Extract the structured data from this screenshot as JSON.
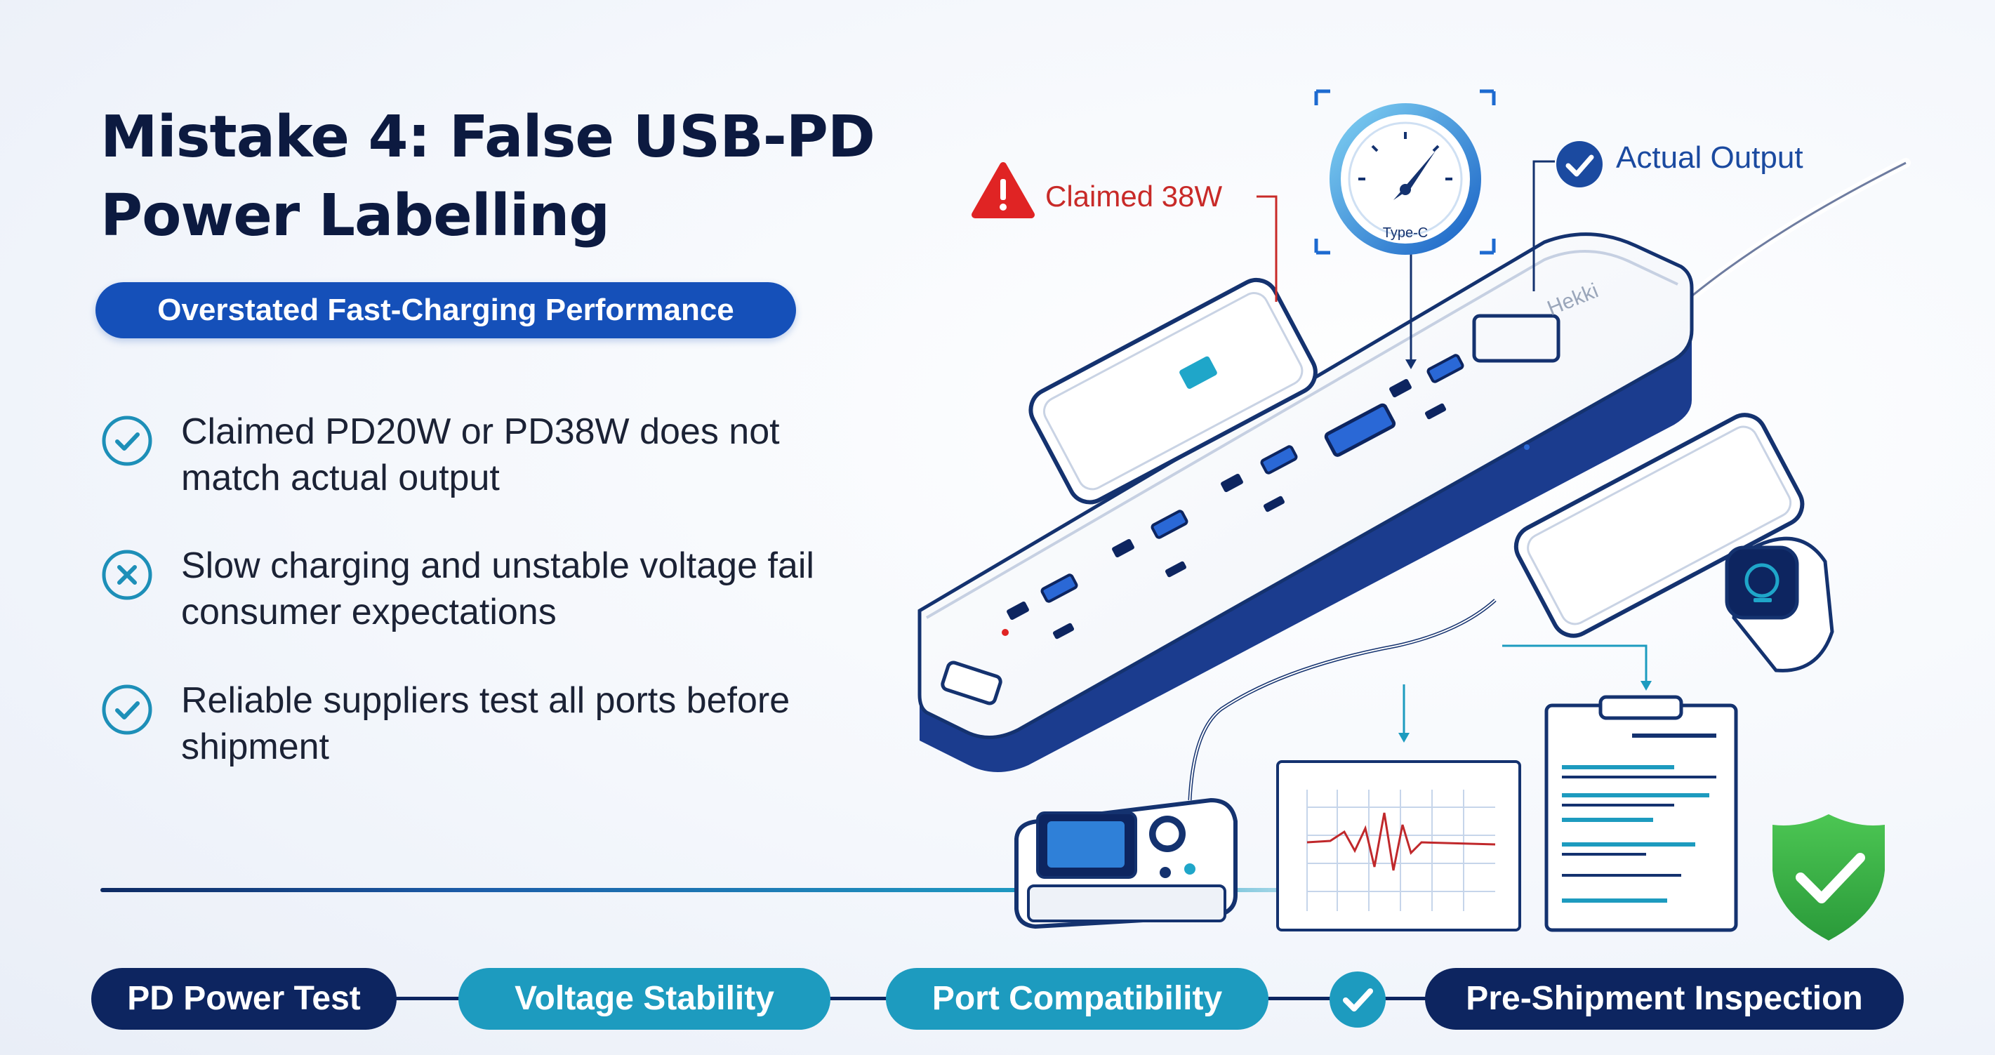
{
  "title": "Mistake 4: False USB-PD Power Labelling",
  "subtitle": "Overstated Fast-Charging Performance",
  "bullets": [
    {
      "icon": "check-circle-icon",
      "text": "Claimed PD20W or PD38W does not match actual output"
    },
    {
      "icon": "x-circle-icon",
      "text": "Slow charging and unstable voltage fail consumer expectations"
    },
    {
      "icon": "check-circle-icon",
      "text": "Reliable suppliers test all ports before shipment"
    }
  ],
  "callouts": {
    "claimed": "Claimed 38W",
    "actual": "Actual Output",
    "gauge_label": "Type-C",
    "brand": "Hekki"
  },
  "steps": [
    {
      "label": "PD Power Test",
      "style": "dark"
    },
    {
      "label": "Voltage Stability",
      "style": "teal"
    },
    {
      "label": "Port Compatibility",
      "style": "teal"
    },
    {
      "label": "Pre-Shipment Inspection",
      "style": "dark"
    }
  ],
  "colors": {
    "navy": "#0d2560",
    "blue": "#1550b9",
    "teal": "#1d9bbf",
    "warning_red": "#e02424",
    "shield_green": "#3cb44a"
  }
}
